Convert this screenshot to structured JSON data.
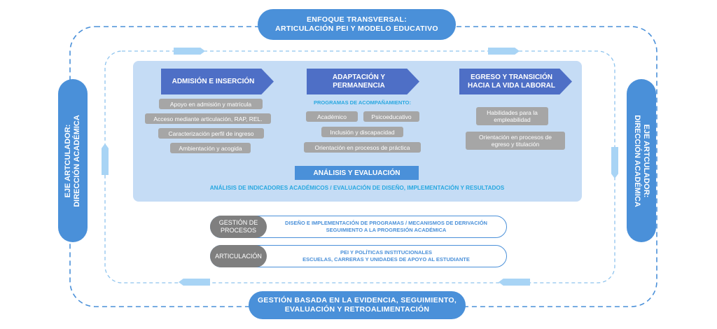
{
  "top_banner": {
    "line1": "ENFOQUE TRANSVERSAL:",
    "line2": "ARTICULACIÓN PEI Y MODELO EDUCATIVO"
  },
  "bottom_banner": {
    "line1": "GESTIÓN BASADA EN LA EVIDENCIA, SEGUIMIENTO,",
    "line2": "EVALUACIÓN Y RETROALIMENTACIÓN"
  },
  "left_axis": {
    "line1": "EJE ARTCULADOR:",
    "line2": "DIRECCIÓN ACADÉMICA"
  },
  "right_axis": {
    "line1": "EJE ARTCULADOR:",
    "line2": "DIRECCIÓN ACADÉMICA"
  },
  "stages": {
    "admision": {
      "title": "ADMISIÓN E INSERCIÓN",
      "items": [
        "Apoyo en admisión y matrícula",
        "Acceso mediante articulación, RAP, REL.",
        "Caracterización perfil de ingreso",
        "Ambientación y acogida"
      ]
    },
    "adaptacion": {
      "title_line1": "ADAPTACIÓN Y",
      "title_line2": "PERMANENCIA",
      "programs_label": "PROGRAMAS DE ACOMPAÑAMIENTO:",
      "items": [
        "Académico",
        "Psicoeducativo",
        "Inclusión y discapacidad",
        "Orientación en procesos de práctica"
      ]
    },
    "egreso": {
      "title_line1": "EGRESO Y TRANSICIÓN",
      "title_line2": "HACIA LA VIDA LABORAL",
      "item1_line1": "Habilidades para la",
      "item1_line2": "empleabilidad",
      "item2_line1": "Orientación en procesos de",
      "item2_line2": "egreso y titulación"
    }
  },
  "analysis": {
    "title": "ANÁLISIS Y EVALUACIÓN",
    "subtitle": "ANÁLISIS DE INDICADORES ACADÉMICOS /  EVALUACIÓN DE DISEÑO, IMPLEMENTACIÓN Y RESULTADOS"
  },
  "gestion": {
    "label_line1": "GESTIÓN DE",
    "label_line2": "PROCESOS",
    "text_line1": "DISEÑO E IMPLEMENTACIÓN DE PROGRAMAS / MECANISMOS DE DERIVACIÓN",
    "text_line2": "SEGUIMIENTO A LA PROGRESIÓN ACADÉMICA"
  },
  "articulacion": {
    "label": "ARTICULACIÓN",
    "text_line1": "PEI Y POLÍTICAS INSTITUCIONALES",
    "text_line2": "ESCUELAS, CARRERAS Y UNIDADES DE APOYO AL ESTUDIANTE"
  },
  "colors": {
    "primary_blue": "#4a90d9",
    "arrow_indigo": "#4e6fc6",
    "panel_light_blue": "#c5dcf5",
    "chip_gray": "#a6a6a6",
    "label_gray": "#7f7f7f",
    "accent_cyan": "#29a8e0"
  }
}
